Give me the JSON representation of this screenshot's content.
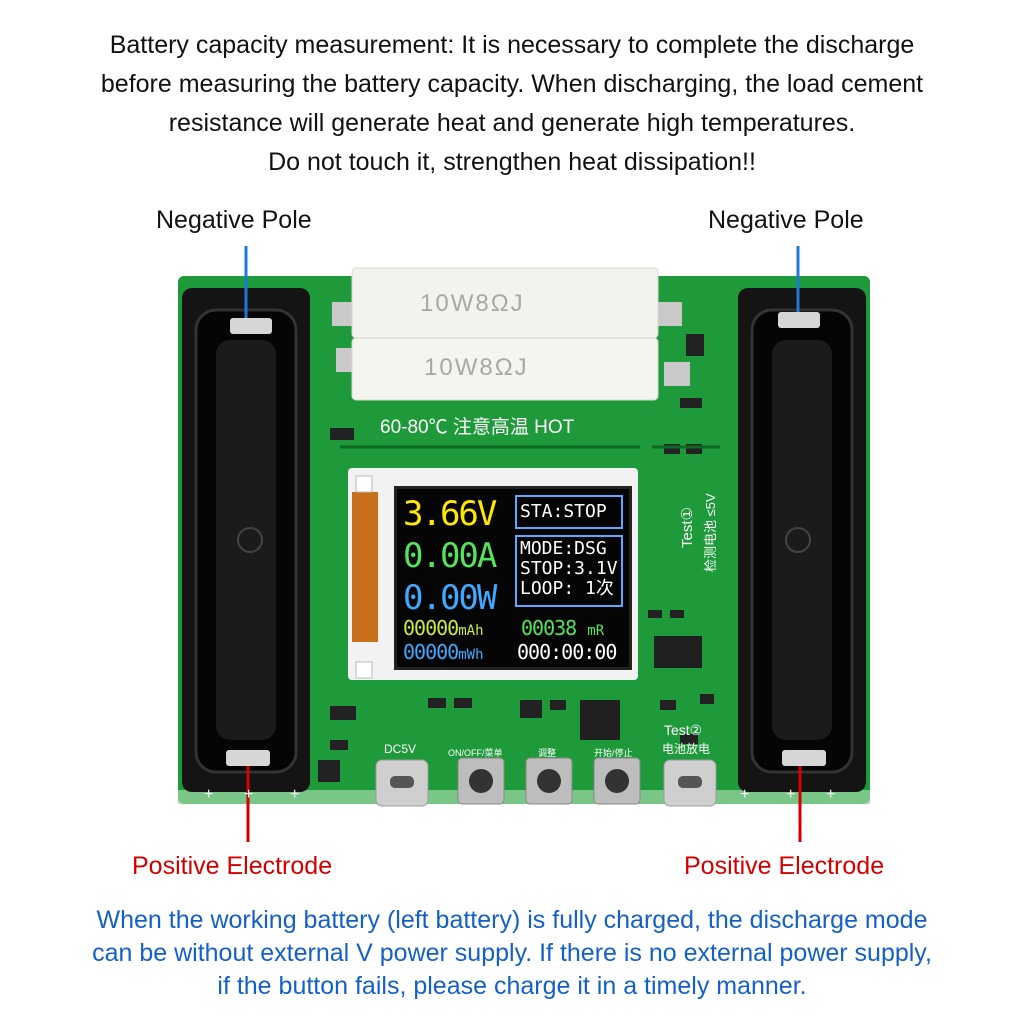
{
  "header": {
    "lines": [
      "Battery capacity measurement: It is necessary to complete the discharge",
      "before measuring the battery capacity. When discharging, the load cement",
      "resistance will generate heat and generate high temperatures.",
      "Do not touch it, strengthen heat dissipation!!"
    ]
  },
  "callouts": {
    "negative_left": "Negative Pole",
    "negative_right": "Negative Pole",
    "positive_left": "Positive Electrode",
    "positive_right": "Positive Electrode"
  },
  "footer": {
    "lines": [
      "When the working battery (left battery) is fully charged, the discharge mode",
      "can be without external V power supply.  If there is no external power supply,",
      "if the button fails, please charge it in a timely manner."
    ]
  },
  "board": {
    "resistor_label": "10W8ΩJ",
    "warning": "60-80℃ 注意高温 HOT",
    "test1": "Test①",
    "test1_sub": "检测电池 ≤5V",
    "test2": "Test②",
    "test2_sub": "电池放电",
    "dc_label": "DC5V",
    "buttons": [
      "ON/OFF/菜单",
      "调整",
      "开始/停止"
    ],
    "plus_sign": "+"
  },
  "display": {
    "voltage": "3.66V",
    "current": "0.00A",
    "power": "0.00W",
    "status": "STA:STOP",
    "mode": "MODE:DSG",
    "stop": "STOP:3.1V",
    "loop": "LOOP: 1次",
    "mah_value": "00000",
    "mah_unit": "mAh",
    "mr_value": "00038",
    "mr_unit": "mR",
    "mwh_value": "00000",
    "mwh_unit": "mWh",
    "time": "000:00:00"
  },
  "colors": {
    "pcb": "#1e9a3a",
    "negative_line": "#1e78d8",
    "positive_line": "#d40000",
    "voltage_text": "#ffe800",
    "current_text": "#55e35a",
    "power_text": "#3fa8ff",
    "lcd_box": "#5aa8ff"
  }
}
